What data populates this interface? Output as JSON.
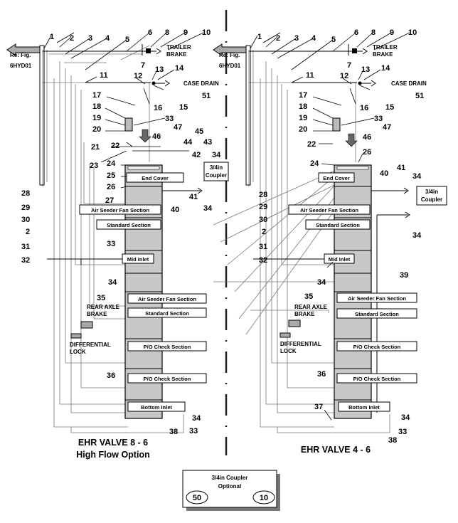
{
  "left_panel": {
    "ref_label": [
      "Re: Fig.",
      "6HYD01"
    ],
    "trailer_brake": [
      "TRAILER",
      "BRAKE"
    ],
    "case_drain": "CASE DRAIN",
    "case_drain_num": "51",
    "coupler": [
      "3/4in",
      "Coupler"
    ],
    "rear_axle_brake": [
      "REAR AXLE",
      "BRAKE"
    ],
    "differential_lock": [
      "DIFFERENTIAL",
      "LOCK"
    ],
    "sections": [
      "End Cover",
      "Air Seeder Fan Section",
      "Standard Section",
      "Mid Inlet",
      "Air Seeder Fan Section",
      "Standard Section",
      "P/O Check Section",
      "P/O Check Section",
      "Bottom Inlet"
    ],
    "title": [
      "EHR VALVE 8 - 6",
      "High Flow Option"
    ],
    "numbers": {
      "n1": "1",
      "n2": "2",
      "n3": "3",
      "n4": "4",
      "n5": "5",
      "n6": "6",
      "n7": "7",
      "n8": "8",
      "n9": "9",
      "n10": "10",
      "n11": "11",
      "n12": "12",
      "n13": "13",
      "n14": "14",
      "n15": "15",
      "n16": "16",
      "n17": "17",
      "n18": "18",
      "n19": "19",
      "n20": "20",
      "n21": "21",
      "n22": "22",
      "n23": "23",
      "n24": "24",
      "n25": "25",
      "n26": "26",
      "n27": "27",
      "n28": "28",
      "n29": "29",
      "n30": "30",
      "n2b": "2",
      "n31": "31",
      "n32": "32",
      "n33a": "33",
      "n33b": "33",
      "n33c": "33",
      "n34a": "34",
      "n34b": "34",
      "n34c": "34",
      "n34d": "34",
      "n35": "35",
      "n36": "36",
      "n38": "38",
      "n40": "40",
      "n41": "41",
      "n42": "42",
      "n43": "43",
      "n44": "44",
      "n45": "45",
      "n46": "46",
      "n47": "47"
    }
  },
  "right_panel": {
    "ref_label": [
      "Re: Fig.",
      "6HYD01"
    ],
    "trailer_brake": [
      "TRAILER",
      "BRAKE"
    ],
    "case_drain": "CASE DRAIN",
    "case_drain_num": "51",
    "coupler": [
      "3/4in",
      "Coupler"
    ],
    "rear_axle_brake": [
      "REAR AXLE",
      "BRAKE"
    ],
    "differential_lock": [
      "DIFFERENTIAL",
      "LOCK"
    ],
    "sections": [
      "End Cover",
      "Air Seeder Fan Section",
      "Standard Section",
      "Mid Inlet",
      "Air Seeder Fan Section",
      "Standard Section",
      "P/O Check Section",
      "P/O Check Section",
      "Bottom Inlet"
    ],
    "title": "EHR VALVE 4 - 6",
    "numbers": {
      "n1": "1",
      "n2": "2",
      "n3": "3",
      "n4": "4",
      "n5": "5",
      "n6": "6",
      "n7": "7",
      "n8": "8",
      "n9": "9",
      "n10": "10",
      "n11": "11",
      "n12": "12",
      "n13": "13",
      "n14": "14",
      "n15": "15",
      "n16": "16",
      "n17": "17",
      "n18": "18",
      "n19": "19",
      "n20": "20",
      "n22": "22",
      "n24": "24",
      "n26": "26",
      "n28": "28",
      "n29": "29",
      "n30": "30",
      "n2b": "2",
      "n31": "31",
      "n32": "32",
      "n33a": "33",
      "n33b": "33",
      "n34a": "34",
      "n34b": "34",
      "n34c": "34",
      "n34d": "34",
      "n35": "35",
      "n36": "36",
      "n37": "37",
      "n38": "38",
      "n39": "39",
      "n40": "40",
      "n41": "41",
      "n46": "46",
      "n47": "47"
    }
  },
  "optional_box": {
    "title": [
      "3/4in Coupler",
      "Optional"
    ],
    "left_num": "50",
    "right_num": "10"
  }
}
